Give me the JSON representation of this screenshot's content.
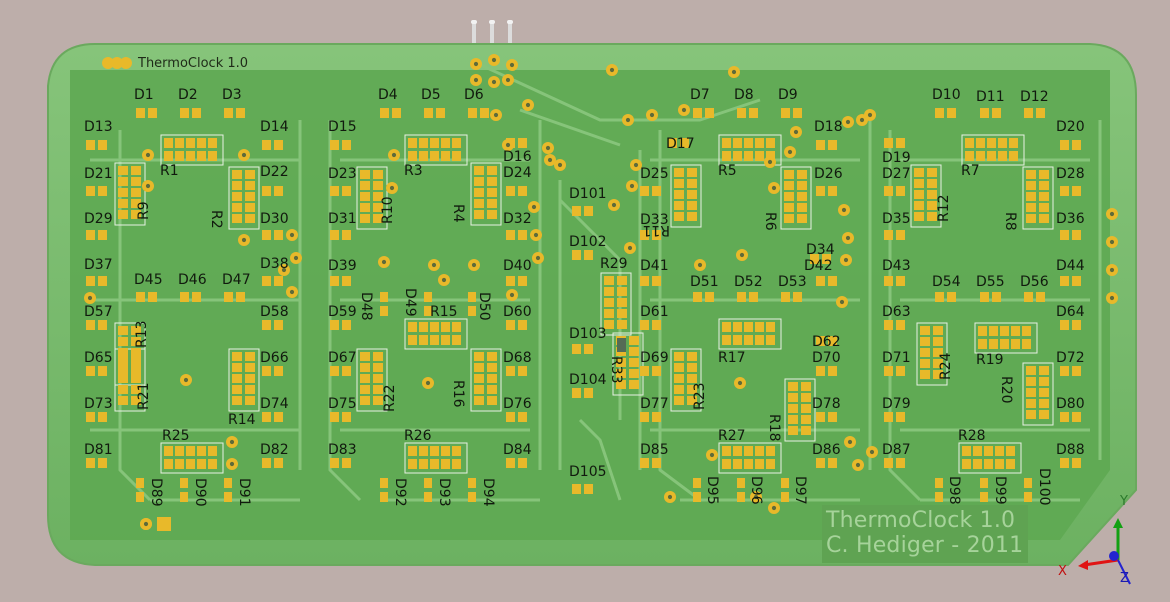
{
  "board": {
    "silk_title": "ThermoClock 1.0",
    "credit_line1": "ThermoClock 1.0",
    "credit_line2": "C. Hediger - 2011",
    "colors": {
      "background": "#bdaeaa",
      "board": "#7bbb6e",
      "fill": "#5aa34d",
      "trace": "#86c57a",
      "pad": "#e8b92a",
      "silk": "#111a0e"
    }
  },
  "labels": {
    "D1": "D1",
    "D2": "D2",
    "D3": "D3",
    "D4": "D4",
    "D5": "D5",
    "D6": "D6",
    "D7": "D7",
    "D8": "D8",
    "D9": "D9",
    "D10": "D10",
    "D11": "D11",
    "D12": "D12",
    "D13": "D13",
    "D14": "D14",
    "D15": "D15",
    "D16": "D16",
    "D17": "D17",
    "D18": "D18",
    "D19": "D19",
    "D20": "D20",
    "D21": "D21",
    "D22": "D22",
    "D23": "D23",
    "D24": "D24",
    "D25": "D25",
    "D26": "D26",
    "D27": "D27",
    "D28": "D28",
    "D29": "D29",
    "D30": "D30",
    "D31": "D31",
    "D32": "D32",
    "D33": "D33",
    "D34": "D34",
    "D35": "D35",
    "D36": "D36",
    "D37": "D37",
    "D38": "D38",
    "D39": "D39",
    "D40": "D40",
    "D41": "D41",
    "D42": "D42",
    "D43": "D43",
    "D44": "D44",
    "D45": "D45",
    "D46": "D46",
    "D47": "D47",
    "D48": "D48",
    "D49": "D49",
    "D50": "D50",
    "D51": "D51",
    "D52": "D52",
    "D53": "D53",
    "D54": "D54",
    "D55": "D55",
    "D56": "D56",
    "D57": "D57",
    "D58": "D58",
    "D59": "D59",
    "D60": "D60",
    "D61": "D61",
    "D62": "D62",
    "D63": "D63",
    "D64": "D64",
    "D65": "D65",
    "D66": "D66",
    "D67": "D67",
    "D68": "D68",
    "D69": "D69",
    "D70": "D70",
    "D71": "D71",
    "D72": "D72",
    "D73": "D73",
    "D74": "D74",
    "D75": "D75",
    "D76": "D76",
    "D77": "D77",
    "D78": "D78",
    "D79": "D79",
    "D80": "D80",
    "D81": "D81",
    "D82": "D82",
    "D83": "D83",
    "D84": "D84",
    "D85": "D85",
    "D86": "D86",
    "D87": "D87",
    "D88": "D88",
    "D89": "D89",
    "D90": "D90",
    "D91": "D91",
    "D92": "D92",
    "D93": "D93",
    "D94": "D94",
    "D95": "D95",
    "D96": "D96",
    "D97": "D97",
    "D98": "D98",
    "D99": "D99",
    "D100": "D100",
    "D101": "D101",
    "D102": "D102",
    "D103": "D103",
    "D104": "D104",
    "D105": "D105",
    "R1": "R1",
    "R2": "R2",
    "R3": "R3",
    "R4": "R4",
    "R5": "R5",
    "R6": "R6",
    "R7": "R7",
    "R8": "R8",
    "R9": "R9",
    "R10": "R10",
    "R11": "R11",
    "R12": "R12",
    "R13": "R13",
    "R14": "R14",
    "R15": "R15",
    "R16": "R16",
    "R17": "R17",
    "R18": "R18",
    "R19": "R19",
    "R20": "R20",
    "R21": "R21",
    "R22": "R22",
    "R23": "R23",
    "R24": "R24",
    "R25": "R25",
    "R26": "R26",
    "R27": "R27",
    "R28": "R28",
    "R29": "R29",
    "R33": "R33"
  },
  "axes": {
    "x": "X",
    "y": "Y",
    "z": "Z"
  }
}
